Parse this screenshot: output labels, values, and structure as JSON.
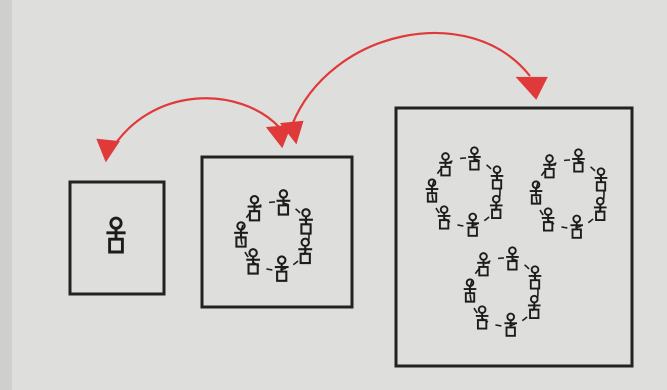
{
  "image": {
    "kind": "hand-drawn sketch on paper",
    "background_color": "#dcdcd9",
    "ink_color": "#1c1c1c",
    "arrow_color": "#e23a3a"
  },
  "panels": [
    {
      "name": "single-person",
      "people_groups": 1,
      "people_per_group": 1
    },
    {
      "name": "one-circle",
      "people_groups": 1,
      "people_per_group": 7
    },
    {
      "name": "three-circles",
      "people_groups": 3,
      "people_per_group": 7
    }
  ],
  "arrows": [
    {
      "from": "one-circle",
      "to": "single-person",
      "bidirectional": true
    },
    {
      "from": "one-circle",
      "to": "three-circles",
      "bidirectional": true
    }
  ]
}
